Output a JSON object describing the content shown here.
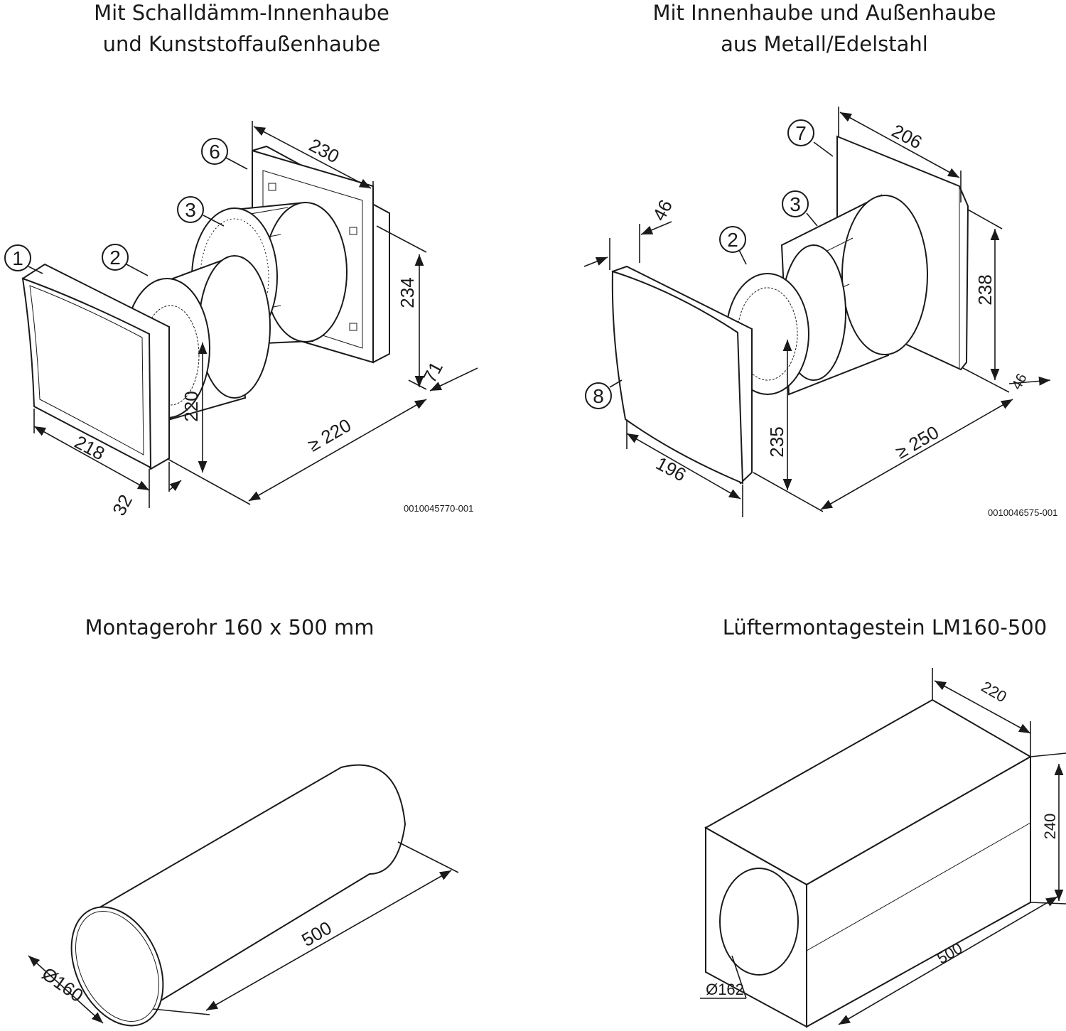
{
  "panels": [
    {
      "title_line1": "Mit Schalldämm-Innenhaube",
      "title_line2": "und Kunststoffaußenhaube",
      "callouts": [
        "1",
        "2",
        "3",
        "6"
      ],
      "dimensions": [
        "230",
        "234",
        "71",
        "≥ 220",
        "220",
        "218",
        "32"
      ],
      "drawing_code": "0010045770-001"
    },
    {
      "title_line1": "Mit Innenhaube und Außenhaube",
      "title_line2": "aus Metall/Edelstahl",
      "callouts": [
        "7",
        "3",
        "2",
        "8"
      ],
      "dimensions": [
        "206",
        "46",
        "238",
        "46",
        "≥ 250",
        "235",
        "196"
      ],
      "drawing_code": "0010046575-001"
    },
    {
      "title": "Montagerohr 160 x 500 mm",
      "dimensions": [
        "500",
        "Ø160"
      ]
    },
    {
      "title": "Lüftermontagestein LM160-500",
      "dimensions": [
        "220",
        "240",
        "500",
        "Ø162"
      ]
    }
  ]
}
